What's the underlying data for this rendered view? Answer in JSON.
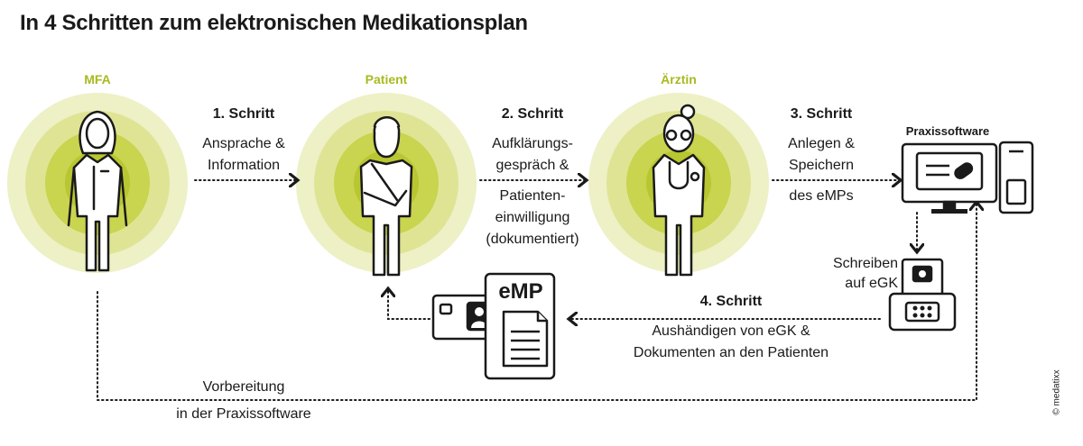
{
  "title": "In 4 Schritten zum elektronischen Medikationsplan",
  "roles": {
    "mfa": "MFA",
    "patient": "Patient",
    "aerztin": "Ärztin"
  },
  "steps": {
    "step1": {
      "heading": "1. Schritt",
      "lines": [
        "Ansprache &",
        "Information"
      ]
    },
    "step2": {
      "heading": "2. Schritt",
      "lines": [
        "Aufklärungs-",
        "gespräch &",
        "Patienten-",
        "einwilligung",
        "(dokumentiert)"
      ]
    },
    "step3": {
      "heading": "3. Schritt",
      "lines": [
        "Anlegen &",
        "Speichern",
        "des eMPs"
      ]
    },
    "step4": {
      "heading": "4. Schritt",
      "lines": [
        "Aushändigen von eGK &",
        "Dokumenten an den Patienten"
      ]
    }
  },
  "praxissoftware_label": "Praxissoftware",
  "write_egk": [
    "Schreiben",
    "auf eGK"
  ],
  "emp_label": "eMP",
  "vorbereitung": [
    "Vorbereitung",
    "in der Praxissoftware"
  ],
  "copyright": "© medatixx",
  "colors": {
    "accent": "#a9ba1f",
    "ring_outer": "#eef0c6",
    "ring_mid": "#dfe495",
    "ring_inner": "#c9d44f",
    "ring_core": "#b8c631",
    "line": "#1a1a1a"
  },
  "icons": [
    "mfa-person-icon",
    "patient-person-icon",
    "doctor-person-icon",
    "computer-monitor-icon",
    "smartphone-icon",
    "card-reader-icon",
    "egk-card-icon",
    "document-icon"
  ]
}
